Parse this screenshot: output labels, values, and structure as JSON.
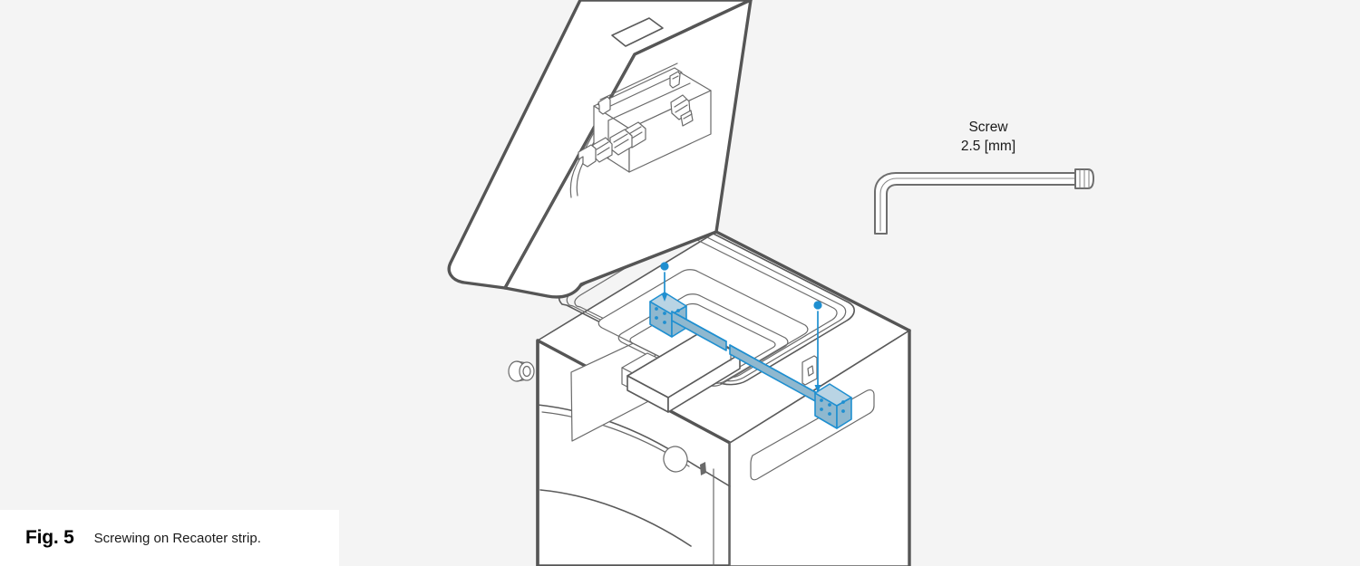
{
  "figure": {
    "background_color": "#f4f4f4",
    "caption_band_color": "#ffffff",
    "caption_label": "Fig. 5",
    "caption_text": "Screwing on Recaoter strip.",
    "line_color": "#5a5a5a",
    "highlight_color": "#1f8fd0",
    "highlight_fill": "#8fb8cf"
  },
  "tool_callout": {
    "name": "Screw",
    "size": "2.5 [mm]",
    "icon": "hex-key-icon"
  },
  "machine": {
    "type": "3d-printer",
    "lid_state": "open",
    "parts": {
      "lid": "lid-panel",
      "lid_window": "lid-window-label",
      "lid_interior": "lid-interior-manifold",
      "body": "machine-body",
      "touchscreen": "front-touchscreen",
      "knob": "front-knob",
      "indicator": "front-indicator-light",
      "port": "side-port",
      "vent": "side-vent-slot",
      "chamber": "build-chamber",
      "gasket": "chamber-gasket-seal",
      "carriage": "recoater-carriage"
    }
  },
  "highlighted_assembly": {
    "name": "recoater-strip",
    "brackets": [
      {
        "id": "left-bracket",
        "screw_holes": 6
      },
      {
        "id": "right-bracket",
        "screw_holes": 6
      }
    ],
    "arrows": [
      {
        "id": "left-screw-arrow",
        "direction": "down"
      },
      {
        "id": "right-screw-arrow",
        "direction": "down"
      }
    ]
  }
}
